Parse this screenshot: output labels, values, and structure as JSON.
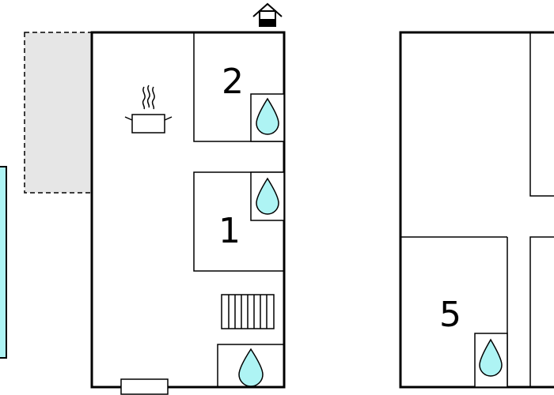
{
  "floor_plan": {
    "rooms": [
      {
        "id": "room-1",
        "label": "1"
      },
      {
        "id": "room-2",
        "label": "2"
      },
      {
        "id": "room-5",
        "label": "5"
      }
    ],
    "icons": [
      "kitchen-pot-icon",
      "fireplace-chimney-icon",
      "staircase-icon",
      "water-drop-icon",
      "door-icon"
    ],
    "colors": {
      "wall": "#000000",
      "water": "#aef4f4",
      "terrace": "#e6e6e6",
      "pool": "#aef4f4",
      "background": "#ffffff"
    }
  }
}
